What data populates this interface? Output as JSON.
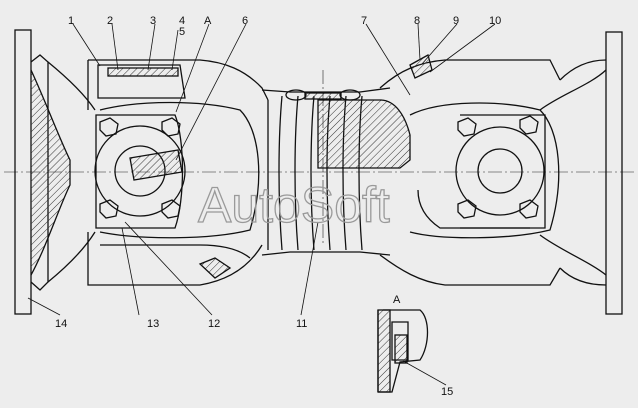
{
  "watermark": "AutoSoft",
  "colors": {
    "line": "#111111",
    "hatch": "#333333",
    "background": "#ededed"
  },
  "callouts": [
    {
      "id": "c1",
      "text": "1"
    },
    {
      "id": "c2",
      "text": "2"
    },
    {
      "id": "c3",
      "text": "3"
    },
    {
      "id": "c4",
      "text": "4"
    },
    {
      "id": "c5",
      "text": "5"
    },
    {
      "id": "cA",
      "text": "A"
    },
    {
      "id": "c6",
      "text": "6"
    },
    {
      "id": "c7",
      "text": "7"
    },
    {
      "id": "c8",
      "text": "8"
    },
    {
      "id": "c9",
      "text": "9"
    },
    {
      "id": "c10",
      "text": "10"
    },
    {
      "id": "c14",
      "text": "14"
    },
    {
      "id": "c13",
      "text": "13"
    },
    {
      "id": "c12",
      "text": "12"
    },
    {
      "id": "c11",
      "text": "11"
    },
    {
      "id": "cA2",
      "text": "A"
    },
    {
      "id": "c15",
      "text": "15"
    }
  ]
}
